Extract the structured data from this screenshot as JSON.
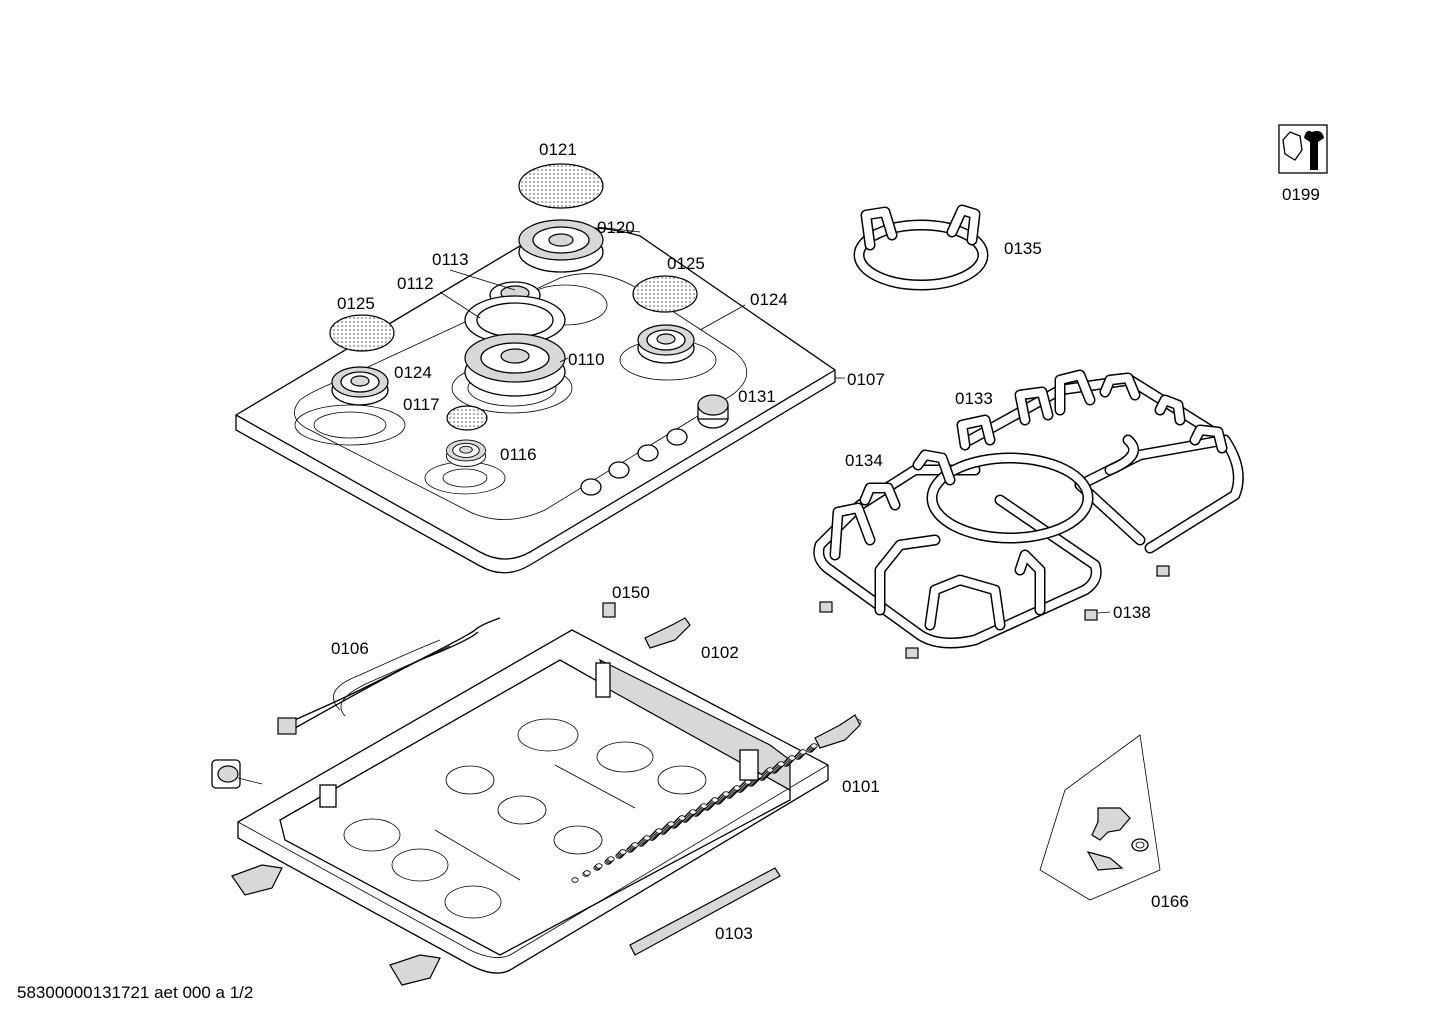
{
  "labels": {
    "l0121": "0121",
    "l0120": "0120",
    "l0113": "0113",
    "l0112": "0112",
    "l0125a": "0125",
    "l0125b": "0125",
    "l0124a": "0124",
    "l0124b": "0124",
    "l0110": "0110",
    "l0117": "0117",
    "l0116": "0116",
    "l0131": "0131",
    "l0107": "0107",
    "l0135": "0135",
    "l0133": "0133",
    "l0134": "0134",
    "l0138": "0138",
    "l0199": "0199",
    "l0150": "0150",
    "l0106": "0106",
    "l0102": "0102",
    "l0101": "0101",
    "l0103": "0103",
    "l0166": "0166"
  },
  "footer": {
    "doc_id": "58300000131721 aet 000 a 1/2"
  },
  "icons": {
    "service_tool": "wrench-icon"
  }
}
